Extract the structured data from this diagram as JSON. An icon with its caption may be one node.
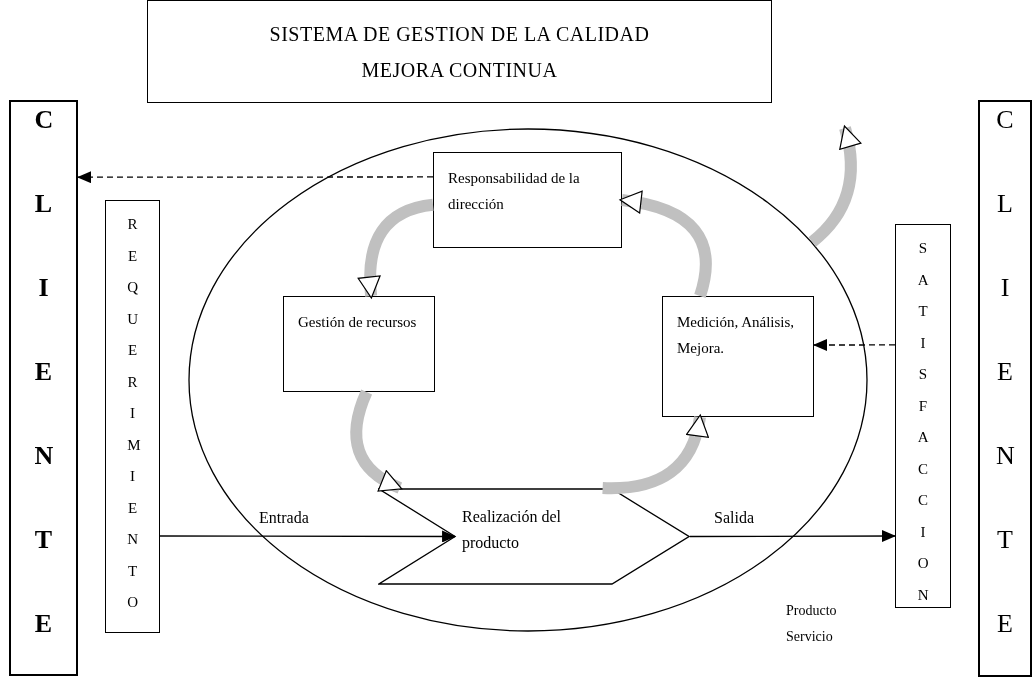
{
  "diagram": {
    "nodes": [
      {
        "text": [
          "SISTEMA DE GESTION DE LA CALIDAD",
          "MEJORA CONTINUA"
        ]
      },
      {
        "text": [
          "CLIENTE"
        ]
      },
      {
        "text": [],
        "shape": "ellipse"
      },
      {
        "text": [
          "Responsabilidad de la dirección"
        ],
        "in": 2
      },
      {
        "text": [
          "REQUERIMIENTO"
        ]
      },
      {
        "text": [
          "Gestión de recursos"
        ],
        "in": 2
      },
      {
        "text": [
          "Medición, Análisis, Mejora."
        ],
        "in": 2
      },
      {
        "text": [
          "SATISFACCION"
        ]
      },
      {
        "text": [
          "Realización del producto"
        ],
        "in": 2
      },
      {
        "text": [
          "CLIENTE"
        ]
      }
    ],
    "edges": [
      {
        "from": 3,
        "to": 1,
        "arrow": "to",
        "style": "dashed",
        "color": "#000000"
      },
      {
        "from": 7,
        "to": 6,
        "arrow": "to",
        "style": "dashed",
        "color": "#000000"
      },
      {
        "from": 4,
        "to": 8,
        "arrow": "to",
        "label": "Entrada",
        "color": "#000000"
      },
      {
        "from": 8,
        "to": 7,
        "arrow": "to",
        "label": "Salida",
        "color": "#000000"
      },
      {
        "from": 3,
        "to": 5,
        "arrow": "to",
        "color": "#c0c0c0"
      },
      {
        "from": 5,
        "to": 8,
        "arrow": "to",
        "color": "#c0c0c0"
      },
      {
        "from": 8,
        "to": 6,
        "arrow": "to",
        "color": "#c0c0c0"
      },
      {
        "from": 6,
        "to": 3,
        "arrow": "to",
        "color": "#c0c0c0"
      },
      {
        "from": 2,
        "to": null,
        "arrow": "to",
        "color": "#c0c0c0"
      }
    ],
    "labels": [
      "Producto Servicio"
    ]
  }
}
